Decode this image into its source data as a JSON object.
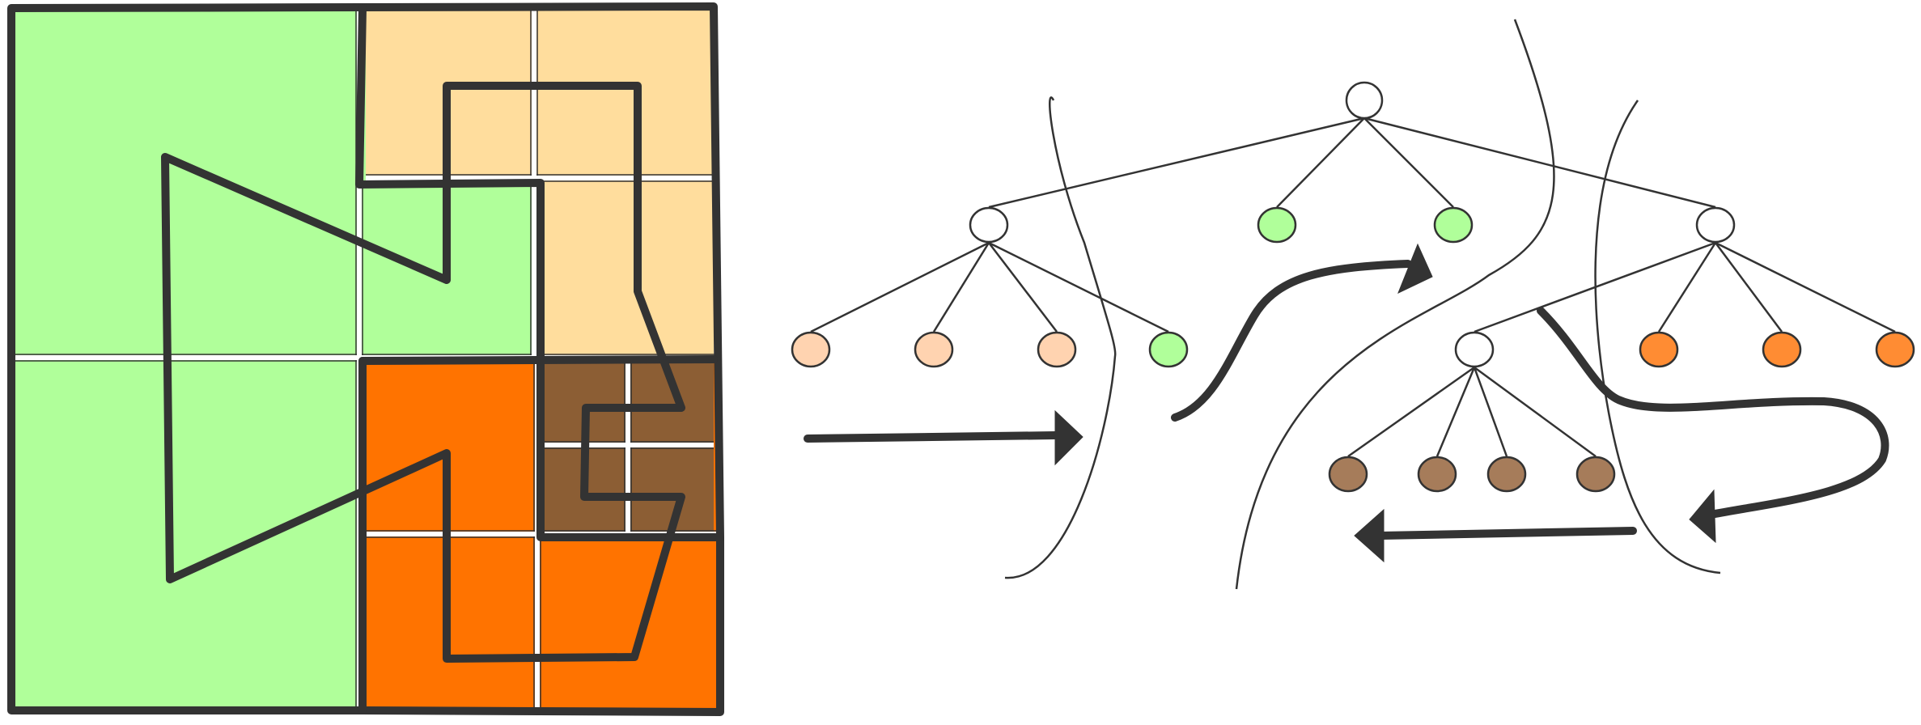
{
  "colors": {
    "background": "#ffffff",
    "ink": "#333333",
    "green": "#b0ff9a",
    "peach": "#ffdd9d",
    "orange": "#ff7300",
    "brown": "#8c5e34",
    "light_peach_node": "#ffd3b0",
    "green_node": "#b0ff9a",
    "orange_node": "#ff8c33",
    "brown_node": "#a67c5a",
    "white_node": "#ffffff"
  },
  "left_panel": {
    "description_free": true,
    "region_order": [
      "green",
      "peach",
      "orange",
      "brown"
    ],
    "curve_type": "space-filling-path"
  },
  "right_panel": {
    "tree": {
      "root": {
        "color_key": "white_node",
        "children": [
          {
            "color_key": "white_node",
            "children": [
              {
                "color_key": "light_peach_node"
              },
              {
                "color_key": "light_peach_node"
              },
              {
                "color_key": "light_peach_node"
              },
              {
                "color_key": "green_node"
              }
            ]
          },
          {
            "color_key": "green_node"
          },
          {
            "color_key": "green_node"
          },
          {
            "color_key": "white_node",
            "children": [
              {
                "color_key": "white_node",
                "children": [
                  {
                    "color_key": "brown_node"
                  },
                  {
                    "color_key": "brown_node"
                  },
                  {
                    "color_key": "brown_node"
                  },
                  {
                    "color_key": "brown_node"
                  }
                ]
              },
              {
                "color_key": "orange_node"
              },
              {
                "color_key": "orange_node"
              },
              {
                "color_key": "orange_node"
              }
            ]
          }
        ]
      },
      "partitions": 3,
      "arrows": [
        "right-straight",
        "up-curved",
        "left-curved",
        "left-straight"
      ]
    }
  }
}
